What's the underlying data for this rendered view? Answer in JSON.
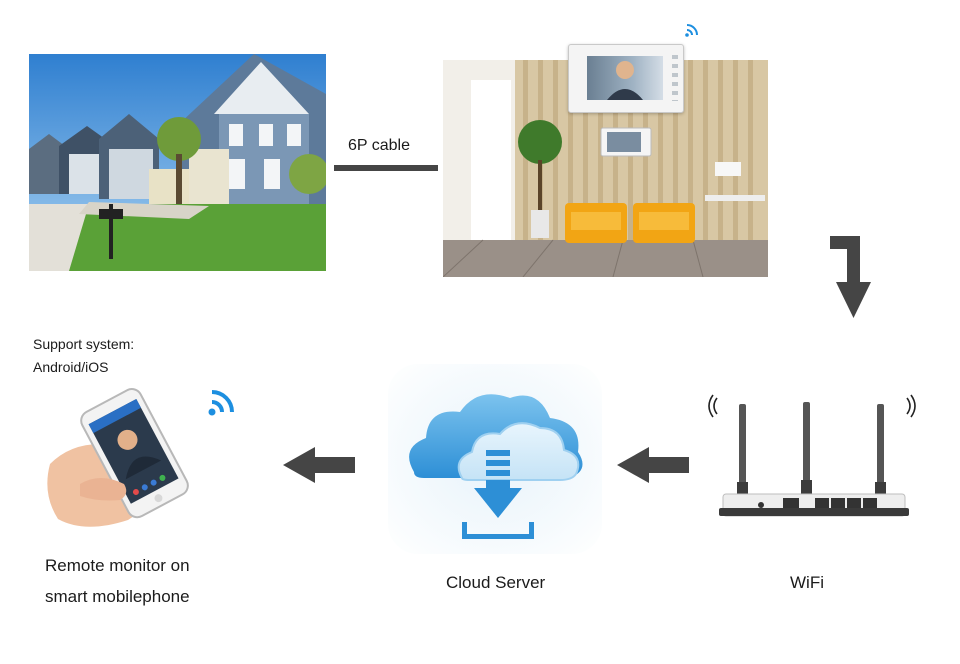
{
  "cable_label": "6P cable",
  "support": {
    "line1": "Support system:",
    "line2": "Android/iOS"
  },
  "nodes": {
    "phone": {
      "line1": "Remote monitor on",
      "line2": "smart mobilephone"
    },
    "cloud": {
      "label": "Cloud Server"
    },
    "wifi": {
      "label": "WiFi"
    }
  },
  "colors": {
    "arrow": "#454545",
    "cloud_blue": "#2d8fd6",
    "wifi_blue": "#1d8fe0",
    "couch": "#f2a514"
  },
  "icons": [
    "house-photo",
    "indoor-monitor-photo",
    "wifi-signal-icon",
    "cloud-download-icon",
    "router-icon",
    "smartphone-icon",
    "arrow-left-icon",
    "arrow-down-icon"
  ]
}
